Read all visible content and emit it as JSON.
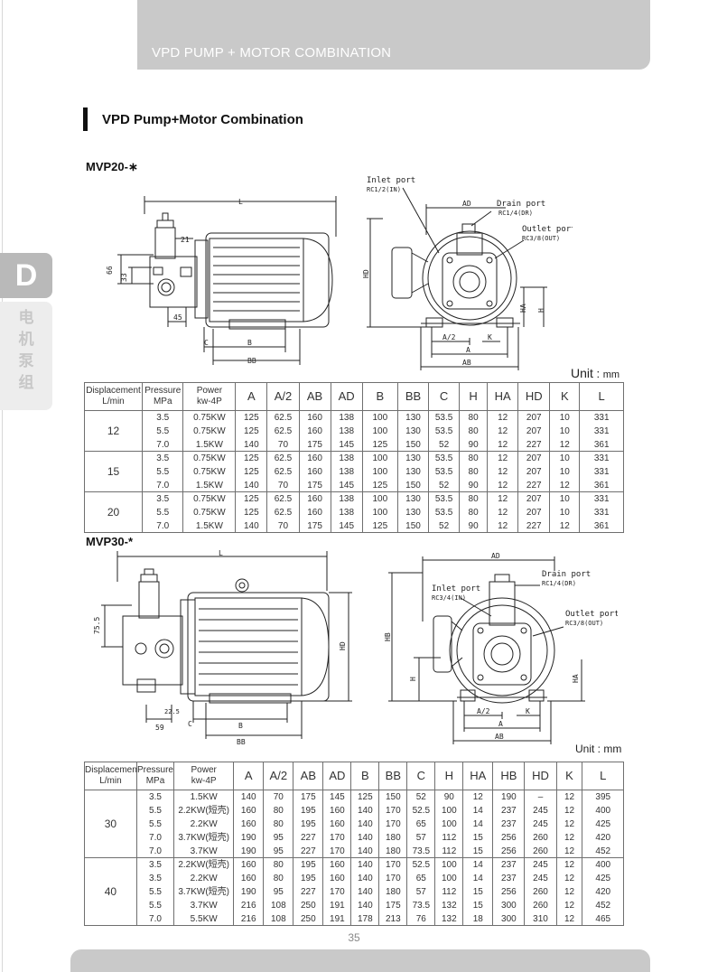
{
  "header": {
    "banner_title": "VPD PUMP + MOTOR COMBINATION"
  },
  "side_tab": {
    "letter": "D",
    "chars": [
      "电",
      "机",
      "泵",
      "组"
    ]
  },
  "page": {
    "section_title": "VPD Pump+Motor Combination",
    "page_number": "35"
  },
  "mvp20": {
    "model": "MVP20-∗",
    "unit_label": "Unit",
    "unit_value": "mm",
    "drawing": {
      "side_labels": [
        "L",
        "21",
        "66",
        "33",
        "45",
        "C",
        "B",
        "BB"
      ],
      "front_labels": {
        "inlet_port": "Inlet port",
        "inlet_code": "RC1/2(IN)",
        "drain_port": "Drain port",
        "drain_code": "RC1/4(DR)",
        "outlet_port": "Outlet port",
        "outlet_code": "RC3/8(OUT)",
        "ad": "AD",
        "hd": "HD",
        "ha": "HA",
        "h": "H",
        "a2": "A/2",
        "k": "K",
        "a": "A",
        "ab": "AB"
      }
    },
    "headers": [
      "Displacement L/min",
      "Pressure MPa",
      "Power kw-4P",
      "A",
      "A/2",
      "AB",
      "AD",
      "B",
      "BB",
      "C",
      "H",
      "HA",
      "HD",
      "K",
      "L"
    ],
    "groups": [
      {
        "disp": "12",
        "rows": [
          [
            "3.5",
            "0.75KW",
            "125",
            "62.5",
            "160",
            "138",
            "100",
            "130",
            "53.5",
            "80",
            "12",
            "207",
            "10",
            "331"
          ],
          [
            "5.5",
            "0.75KW",
            "125",
            "62.5",
            "160",
            "138",
            "100",
            "130",
            "53.5",
            "80",
            "12",
            "207",
            "10",
            "331"
          ],
          [
            "7.0",
            "1.5KW",
            "140",
            "70",
            "175",
            "145",
            "125",
            "150",
            "52",
            "90",
            "12",
            "227",
            "12",
            "361"
          ]
        ]
      },
      {
        "disp": "15",
        "rows": [
          [
            "3.5",
            "0.75KW",
            "125",
            "62.5",
            "160",
            "138",
            "100",
            "130",
            "53.5",
            "80",
            "12",
            "207",
            "10",
            "331"
          ],
          [
            "5.5",
            "0.75KW",
            "125",
            "62.5",
            "160",
            "138",
            "100",
            "130",
            "53.5",
            "80",
            "12",
            "207",
            "10",
            "331"
          ],
          [
            "7.0",
            "1.5KW",
            "140",
            "70",
            "175",
            "145",
            "125",
            "150",
            "52",
            "90",
            "12",
            "227",
            "12",
            "361"
          ]
        ]
      },
      {
        "disp": "20",
        "rows": [
          [
            "3.5",
            "0.75KW",
            "125",
            "62.5",
            "160",
            "138",
            "100",
            "130",
            "53.5",
            "80",
            "12",
            "207",
            "10",
            "331"
          ],
          [
            "5.5",
            "0.75KW",
            "125",
            "62.5",
            "160",
            "138",
            "100",
            "130",
            "53.5",
            "80",
            "12",
            "207",
            "10",
            "331"
          ],
          [
            "7.0",
            "1.5KW",
            "140",
            "70",
            "175",
            "145",
            "125",
            "150",
            "52",
            "90",
            "12",
            "227",
            "12",
            "361"
          ]
        ]
      }
    ]
  },
  "mvp30": {
    "model": "MVP30-*",
    "unit_text": "Unit : mm",
    "drawing": {
      "side_labels": [
        "L",
        "HD",
        "75.5",
        "22.5",
        "59",
        "C",
        "B",
        "BB"
      ],
      "front_labels": {
        "ad": "AD",
        "inlet_port": "Inlet port",
        "inlet_code": "RC3/4(IN)",
        "drain_port": "Drain port",
        "drain_code": "RC1/4(DR)",
        "outlet_port": "Outlet port",
        "outlet_code": "RC3/8(OUT)",
        "hb": "HB",
        "h": "H",
        "ha": "HA",
        "a2": "A/2",
        "k": "K",
        "a": "A",
        "ab": "AB"
      }
    },
    "headers": [
      "Displacement L/min",
      "Pressure MPa",
      "Power kw-4P",
      "A",
      "A/2",
      "AB",
      "AD",
      "B",
      "BB",
      "C",
      "H",
      "HA",
      "HB",
      "HD",
      "K",
      "L"
    ],
    "groups": [
      {
        "disp": "30",
        "rows": [
          [
            "3.5",
            "1.5KW",
            "140",
            "70",
            "175",
            "145",
            "125",
            "150",
            "52",
            "90",
            "12",
            "190",
            "–",
            "12",
            "395"
          ],
          [
            "5.5",
            "2.2KW(短壳)",
            "160",
            "80",
            "195",
            "160",
            "140",
            "170",
            "52.5",
            "100",
            "14",
            "237",
            "245",
            "12",
            "400"
          ],
          [
            "5.5",
            "2.2KW",
            "160",
            "80",
            "195",
            "160",
            "140",
            "170",
            "65",
            "100",
            "14",
            "237",
            "245",
            "12",
            "425"
          ],
          [
            "7.0",
            "3.7KW(短壳)",
            "190",
            "95",
            "227",
            "170",
            "140",
            "180",
            "57",
            "112",
            "15",
            "256",
            "260",
            "12",
            "420"
          ],
          [
            "7.0",
            "3.7KW",
            "190",
            "95",
            "227",
            "170",
            "140",
            "180",
            "73.5",
            "112",
            "15",
            "256",
            "260",
            "12",
            "452"
          ]
        ]
      },
      {
        "disp": "40",
        "rows": [
          [
            "3.5",
            "2.2KW(短壳)",
            "160",
            "80",
            "195",
            "160",
            "140",
            "170",
            "52.5",
            "100",
            "14",
            "237",
            "245",
            "12",
            "400"
          ],
          [
            "3.5",
            "2.2KW",
            "160",
            "80",
            "195",
            "160",
            "140",
            "170",
            "65",
            "100",
            "14",
            "237",
            "245",
            "12",
            "425"
          ],
          [
            "5.5",
            "3.7KW(短壳)",
            "190",
            "95",
            "227",
            "170",
            "140",
            "180",
            "57",
            "112",
            "15",
            "256",
            "260",
            "12",
            "420"
          ],
          [
            "5.5",
            "3.7KW",
            "216",
            "108",
            "250",
            "191",
            "140",
            "175",
            "73.5",
            "132",
            "15",
            "300",
            "260",
            "12",
            "452"
          ],
          [
            "7.0",
            "5.5KW",
            "216",
            "108",
            "250",
            "191",
            "178",
            "213",
            "76",
            "132",
            "18",
            "300",
            "310",
            "12",
            "465"
          ]
        ]
      }
    ]
  }
}
